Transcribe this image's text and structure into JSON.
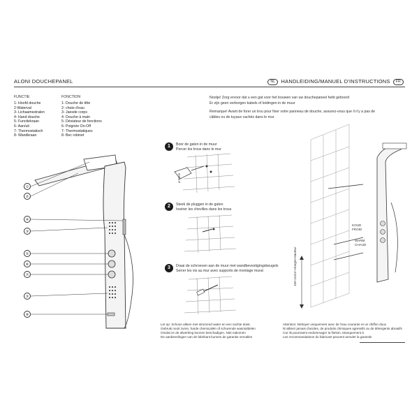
{
  "header": {
    "title_left": "ALONI DOUCHEPANEL",
    "badge_nl": "NL",
    "title_right": "HANDLEIDING/MANUEL D'INSTRUCTIONS",
    "badge_fr": "FR"
  },
  "parts": {
    "col1_title": "FUNCTIE",
    "col2_title": "FONCTION",
    "nl": [
      "1- Hoofd douche",
      "2-Waterval",
      "3- Lichaamsstralen",
      "4- Hand douche",
      "5- Functiekraan",
      "6- Aan/uit",
      "7- Thermostatisch",
      "8- Wandkraan"
    ],
    "fr": [
      "1- Douche de tête",
      "2- chute d'eau",
      "3- Jaesde corps",
      "4- Douche à main",
      "5- Déviateur de fonctions",
      "6- Poignée On-Off",
      "7- Thermostatiques",
      "8- Bec robinet"
    ]
  },
  "callouts": [
    "①",
    "②",
    "④",
    "③",
    "⑤",
    "⑥",
    "⑦",
    "③",
    "⑧"
  ],
  "notes": {
    "nl_label": "Nootje!",
    "nl_line1": "Zorg ervoor dat u een gat voor het bouwen van uw douchepaneel hebt geboord",
    "nl_line2": "Er zijn geen verborgen kabels of leidingen in de muur",
    "fr_line1": "Remarque!  Avant de forer un trou pour fixer votre panneau de douche, assurez-vous que il n'y a pas de",
    "fr_line2": "câbles ou de tuyaux cachés dans le mur"
  },
  "steps": [
    {
      "num": "1",
      "nl": "Boor de gaten in de muur",
      "fr": "Percer les trous dans le mur",
      "dim": "ø 6mm"
    },
    {
      "num": "2",
      "nl": "Steek de pluggen in de gaten",
      "fr": "Insérer les chevilles dans les trous"
    },
    {
      "num": "3",
      "nl": "Draai de schroeven aan de muur met wandbevestigingsbeugels",
      "fr": "Serrer les vis au mur avec supports de montage mural"
    }
  ],
  "right_labels": {
    "koud": "KOUD",
    "froid": "FROID",
    "warm": "WARM",
    "chaud": "CHAUD",
    "height": "100-110cm",
    "height_sub": "Hoogte-Hauteur"
  },
  "footer": {
    "nl": [
      "Let op: Schoon alleen met stromend water en een zachte doek.",
      "Gebruik nooit zuren, harde chemicaliën of schurende wasmiddelen",
      "Omdat ze de afwerking kunnen beschadigen. Niet nakomen",
      "De aanbevelingen van de fabrikant kunnen de garantie vervallen"
    ],
    "fr": [
      "Attention: Nettoyer uniquement avec de l'eau courante et un chiffon doux",
      "N'utilisez jamais d'acides, de produits chimiques agressifs ou de détergents abrasifs",
      "Car ils pourraient endommager la finition. Manquement à",
      "Les recommandations du fabricant peuvent annuler la garantie"
    ]
  },
  "colors": {
    "ink": "#222222",
    "panel": "#f4f4f4",
    "step_bg": "#1b1b1b"
  }
}
